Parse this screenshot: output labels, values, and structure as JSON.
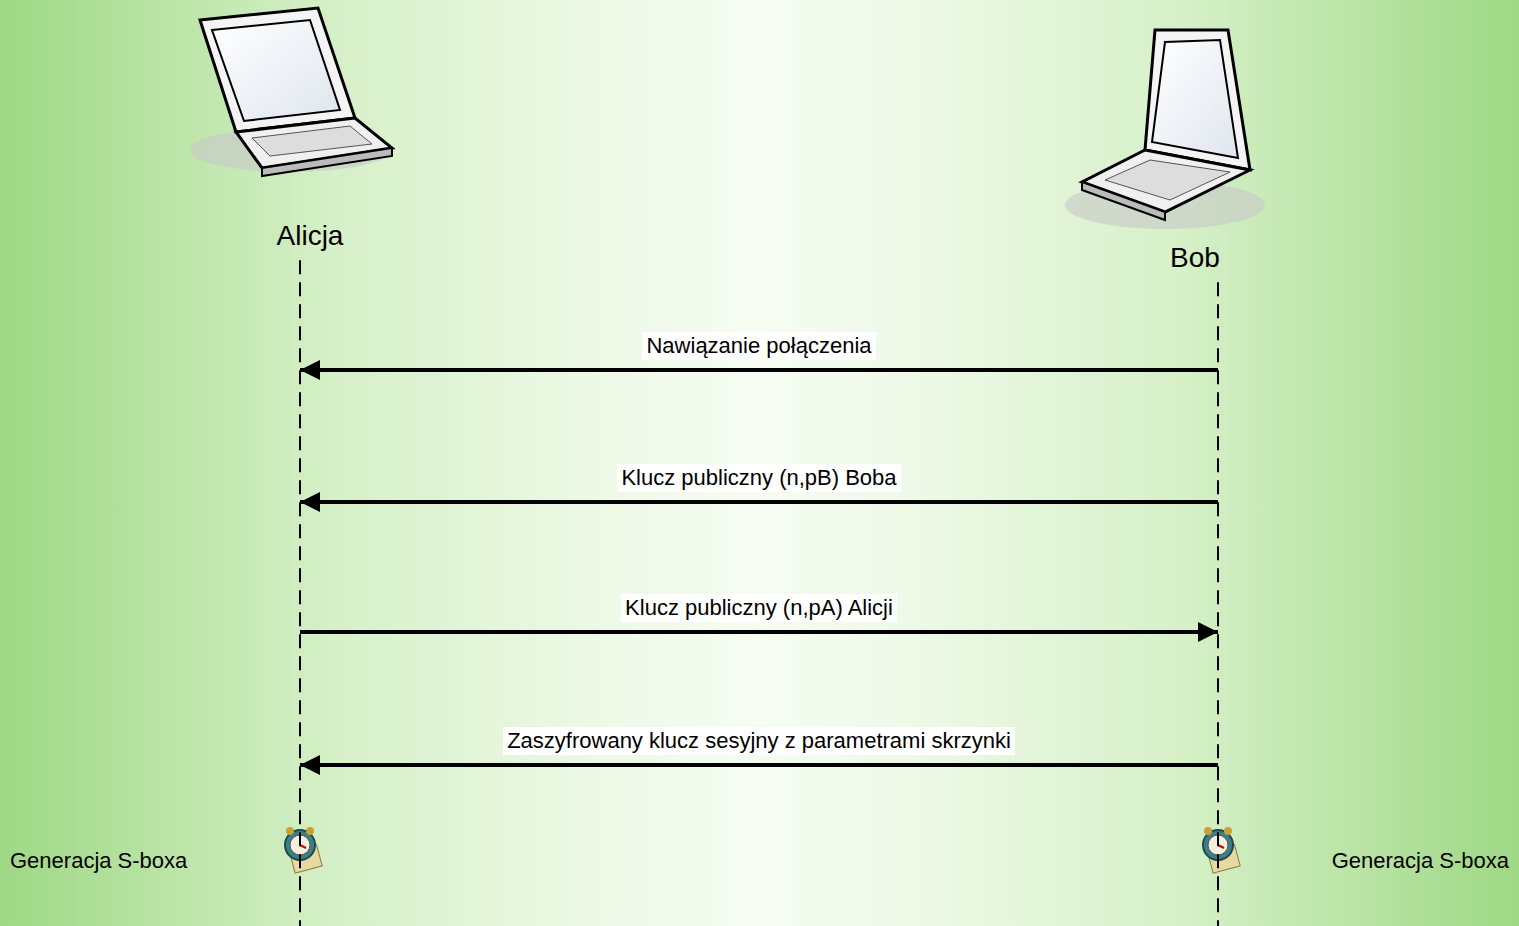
{
  "diagram": {
    "nodes": [
      {
        "text": [
          "Alicja"
        ]
      },
      {
        "text": [
          "Bob"
        ]
      }
    ],
    "edges": [
      {
        "from": 1,
        "to": 0,
        "arrow": "to",
        "label": "Nawiązanie połączenia"
      },
      {
        "from": 1,
        "to": 0,
        "arrow": "to",
        "label": "Klucz publiczny (n,pB) Boba"
      },
      {
        "from": 0,
        "to": 1,
        "arrow": "to",
        "label": "Klucz publiczny (n,pA) Alicji"
      },
      {
        "from": 1,
        "to": 0,
        "arrow": "to",
        "label": "Zaszyfrowany klucz sesyjny z parametrami skrzynki"
      }
    ],
    "labels": [
      "Generacja S-boxa",
      "Generacja S-boxa"
    ]
  }
}
